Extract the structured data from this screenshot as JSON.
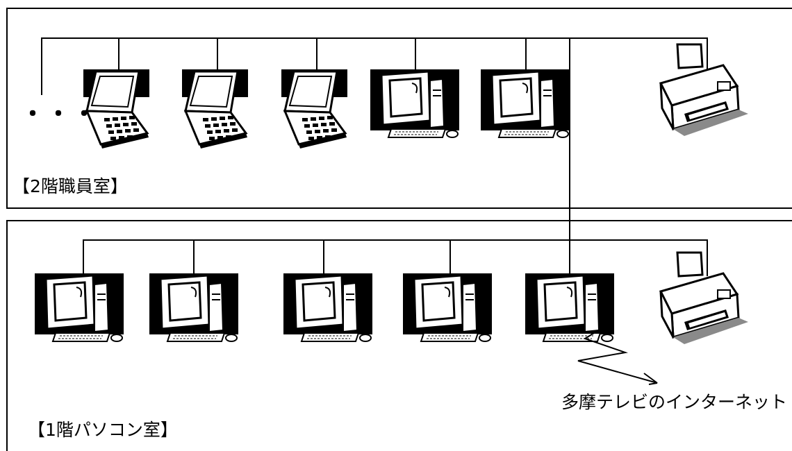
{
  "rooms": {
    "upper": {
      "label": "【2階職員室】",
      "ellipsis": "・・・",
      "devices": [
        "laptop",
        "laptop",
        "laptop",
        "desktop",
        "desktop",
        "printer"
      ]
    },
    "lower": {
      "label": "【1階パソコン室】",
      "devices": [
        "desktop",
        "desktop",
        "desktop",
        "desktop",
        "desktop",
        "printer"
      ]
    }
  },
  "internet": {
    "label": "多摩テレビのインターネット"
  },
  "colors": {
    "line": "#000000",
    "background": "#ffffff",
    "shadow": "#8a8a8a"
  }
}
